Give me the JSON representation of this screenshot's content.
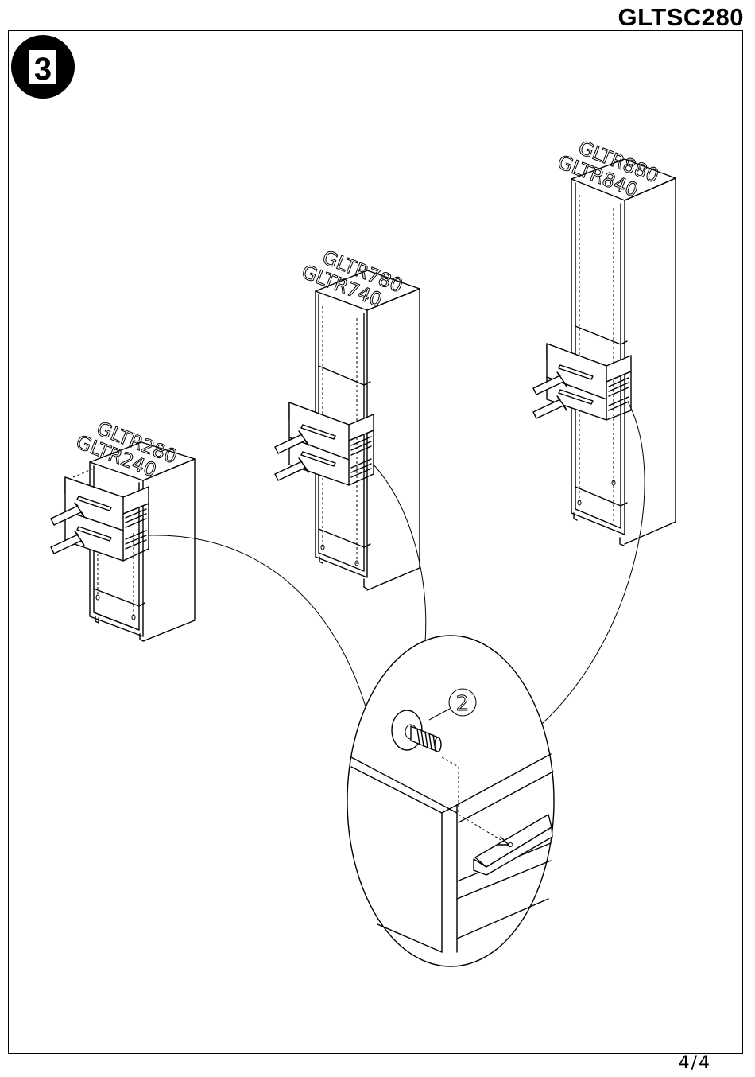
{
  "header": {
    "model_code": "GLTSC280"
  },
  "step": {
    "number": "3"
  },
  "units": [
    {
      "label_top": "GLTR280",
      "label_bottom": "GLTR240"
    },
    {
      "label_top": "GLTR780",
      "label_bottom": "GLTR740"
    },
    {
      "label_top": "GLTR880",
      "label_bottom": "GLTR840"
    }
  ],
  "detail": {
    "part_number": "2"
  },
  "footer": {
    "page": "4/4"
  }
}
